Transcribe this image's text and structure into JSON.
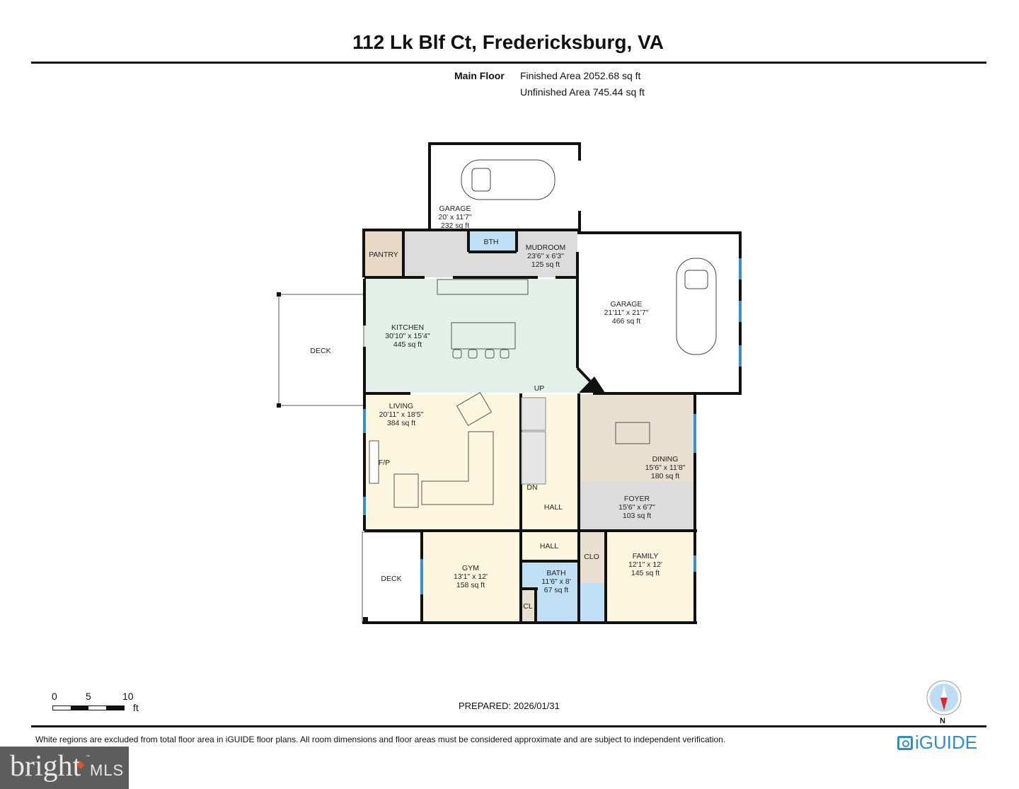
{
  "header": {
    "title": "112 Lk Blf Ct, Fredericksburg, VA",
    "floor_name": "Main Floor",
    "finished_area": "Finished Area 2052.68 sq ft",
    "unfinished_area": "Unfinished Area 745.44 sq ft"
  },
  "rooms": [
    {
      "id": "garage-1",
      "name": "GARAGE",
      "dims": "20' x 11'7\"",
      "area": "232 sq ft",
      "fill": "#ffffff"
    },
    {
      "id": "pantry",
      "name": "PANTRY",
      "dims": "",
      "area": "",
      "fill": "#e8d9c6"
    },
    {
      "id": "bth",
      "name": "BTH",
      "dims": "",
      "area": "",
      "fill": "#bfe0f5"
    },
    {
      "id": "mudroom",
      "name": "MUDROOM",
      "dims": "23'6\" x 6'3\"",
      "area": "125 sq ft",
      "fill": "#dcdcdc"
    },
    {
      "id": "garage-2",
      "name": "GARAGE",
      "dims": "21'11\" x 21'7\"",
      "area": "466 sq ft",
      "fill": "#ffffff"
    },
    {
      "id": "kitchen",
      "name": "KITCHEN",
      "dims": "30'10\" x 15'4\"",
      "area": "445 sq ft",
      "fill": "#e3efe9"
    },
    {
      "id": "deck-1",
      "name": "DECK",
      "dims": "",
      "area": "",
      "fill": "#ffffff"
    },
    {
      "id": "living",
      "name": "LIVING",
      "dims": "20'11\" x 18'5\"",
      "area": "384 sq ft",
      "fill": "#fcf6df"
    },
    {
      "id": "fp",
      "name": "F/P",
      "dims": "",
      "area": "",
      "fill": "#ffffff"
    },
    {
      "id": "hall-1",
      "name": "HALL",
      "dims": "",
      "area": "",
      "fill": "#fcf6df"
    },
    {
      "id": "dining",
      "name": "DINING",
      "dims": "15'6\" x 11'8\"",
      "area": "180 sq ft",
      "fill": "#e8dfd0"
    },
    {
      "id": "foyer",
      "name": "FOYER",
      "dims": "15'6\" x 6'7\"",
      "area": "103 sq ft",
      "fill": "#dcdcdc"
    },
    {
      "id": "deck-2",
      "name": "DECK",
      "dims": "",
      "area": "",
      "fill": "#ffffff"
    },
    {
      "id": "gym",
      "name": "GYM",
      "dims": "13'1\" x 12'",
      "area": "158 sq ft",
      "fill": "#fcf6df"
    },
    {
      "id": "hall-2",
      "name": "HALL",
      "dims": "",
      "area": "",
      "fill": "#fcf6df"
    },
    {
      "id": "bath",
      "name": "BATH",
      "dims": "11'6\" x 8'",
      "area": "67 sq ft",
      "fill": "#bfe0f5"
    },
    {
      "id": "cl",
      "name": "CL",
      "dims": "",
      "area": "",
      "fill": "#e8dfd0"
    },
    {
      "id": "clo",
      "name": "CLO",
      "dims": "",
      "area": "",
      "fill": "#e8dfd0"
    },
    {
      "id": "family",
      "name": "FAMILY",
      "dims": "12'1\" x 12'",
      "area": "145 sq ft",
      "fill": "#fcf6df"
    }
  ],
  "stairs": {
    "up_label": "UP",
    "down_label": "DN"
  },
  "scale_bar": {
    "ticks": [
      "0",
      "5",
      "10"
    ],
    "unit": "ft"
  },
  "prepared": "PREPARED: 2026/01/31",
  "compass": {
    "label": "N"
  },
  "footer": {
    "disclaimer": "White regions are excluded from total floor area in iGUIDE floor plans. All room dimensions and floor areas must be considered approximate and are subject to independent verification.",
    "brand": "iGUIDE"
  },
  "watermark": {
    "word": "bright",
    "suffix": "MLS",
    "tm": "™"
  },
  "colors": {
    "wall": "#111111",
    "window": "#3a8fc9",
    "accent_red": "#e0262b",
    "iguide_blue": "#2f8ec9"
  }
}
